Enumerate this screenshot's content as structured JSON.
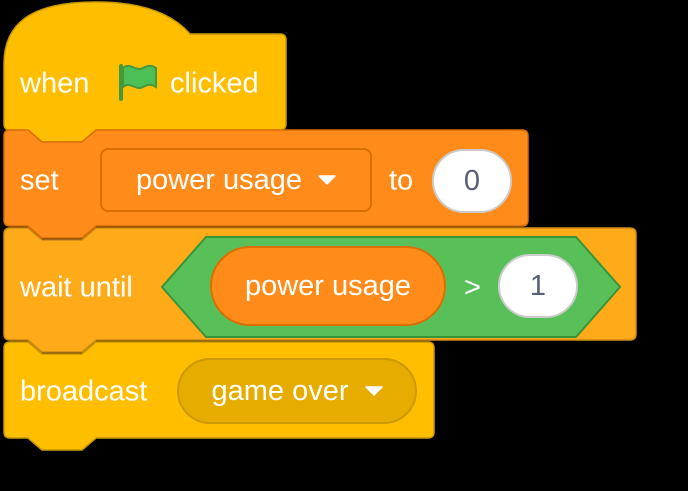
{
  "script": {
    "hat_block": {
      "when_label": "when",
      "flag_icon": "green-flag-icon",
      "clicked_label": "clicked"
    },
    "set_block": {
      "label": "set",
      "variable": "power usage",
      "to_label": "to",
      "value": "0"
    },
    "wait_block": {
      "label": "wait until",
      "operator": ">",
      "left_reporter": "power usage",
      "right_value": "1"
    },
    "broadcast_block": {
      "label": "broadcast",
      "message": "game over"
    }
  },
  "colors": {
    "background": "#000000",
    "events": "#FFBF00",
    "events_border": "#CC9900",
    "variables": "#FF8C1A",
    "variables_border": "#DB6E00",
    "control": "#FFAB19",
    "control_border": "#CF8B17",
    "operators": "#59C059",
    "operators_border": "#389438",
    "flag": "#4CBF56"
  }
}
